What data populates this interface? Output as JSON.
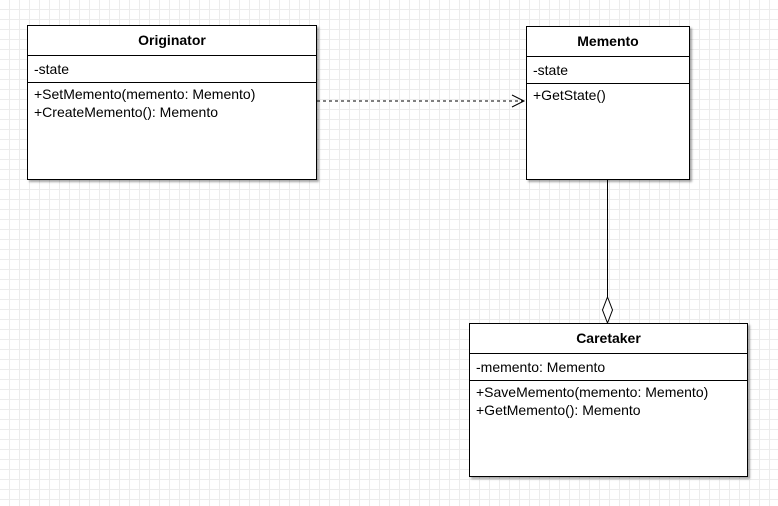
{
  "diagram": {
    "classes": {
      "originator": {
        "name": "Originator",
        "attributes": [
          "-state"
        ],
        "operations": [
          "+SetMemento(memento: Memento)",
          "+CreateMemento(): Memento"
        ]
      },
      "memento": {
        "name": "Memento",
        "attributes": [
          "-state"
        ],
        "operations": [
          "+GetState()"
        ]
      },
      "caretaker": {
        "name": "Caretaker",
        "attributes": [
          "-memento: Memento"
        ],
        "operations": [
          "+SaveMemento(memento: Memento)",
          "+GetMemento(): Memento"
        ]
      }
    },
    "relationships": [
      {
        "type": "dependency",
        "from": "Originator",
        "to": "Memento",
        "line": "dashed",
        "arrowhead": "open"
      },
      {
        "type": "aggregation",
        "whole": "Caretaker",
        "part": "Memento",
        "line": "solid",
        "marker": "hollow-diamond"
      }
    ],
    "colors": {
      "background": "#ffffff",
      "grid": "#ececec",
      "stroke": "#000000"
    }
  }
}
